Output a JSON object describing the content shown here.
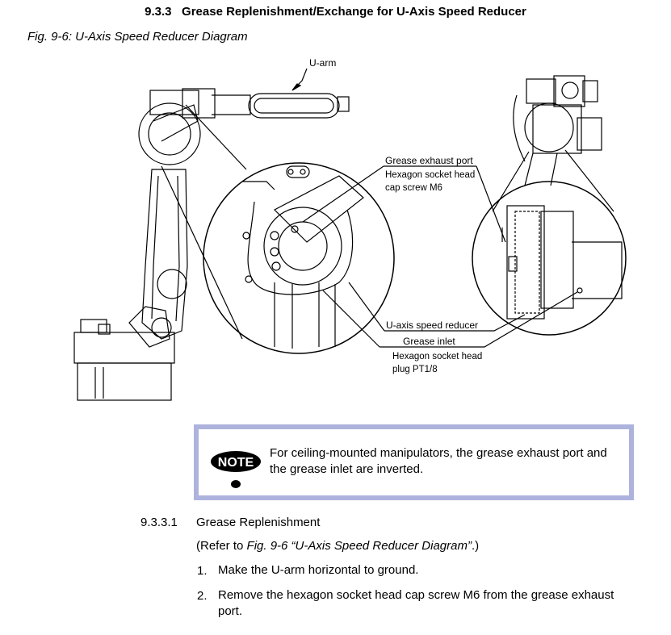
{
  "heading": {
    "number": "9.3.3",
    "title": "Grease Replenishment/Exchange for U-Axis Speed Reducer"
  },
  "figure": {
    "caption": "Fig. 9-6: U-Axis Speed Reducer Diagram",
    "labels": {
      "u_arm": "U-arm",
      "exhaust_port": "Grease exhaust port",
      "exhaust_screw_1": "Hexagon socket head",
      "exhaust_screw_2": "cap screw M6",
      "speed_reducer": "U-axis speed reducer",
      "inlet": "Grease inlet",
      "inlet_plug_1": "Hexagon socket head",
      "inlet_plug_2": "plug PT1/8"
    }
  },
  "note": {
    "badge": "NOTE",
    "text": "For ceiling-mounted manipulators, the grease exhaust port and the grease inlet are inverted."
  },
  "subsection": {
    "number": "9.3.3.1",
    "title": "Grease Replenishment",
    "refer_prefix": "(Refer to ",
    "refer_ref": "Fig. 9-6 “U-Axis Speed Reducer Diagram”",
    "refer_suffix": ".)"
  },
  "steps": [
    {
      "num": "1.",
      "text": "Make the U-arm horizontal to ground."
    },
    {
      "num": "2.",
      "text": "Remove the hexagon socket head cap screw M6 from the grease exhaust port."
    }
  ]
}
